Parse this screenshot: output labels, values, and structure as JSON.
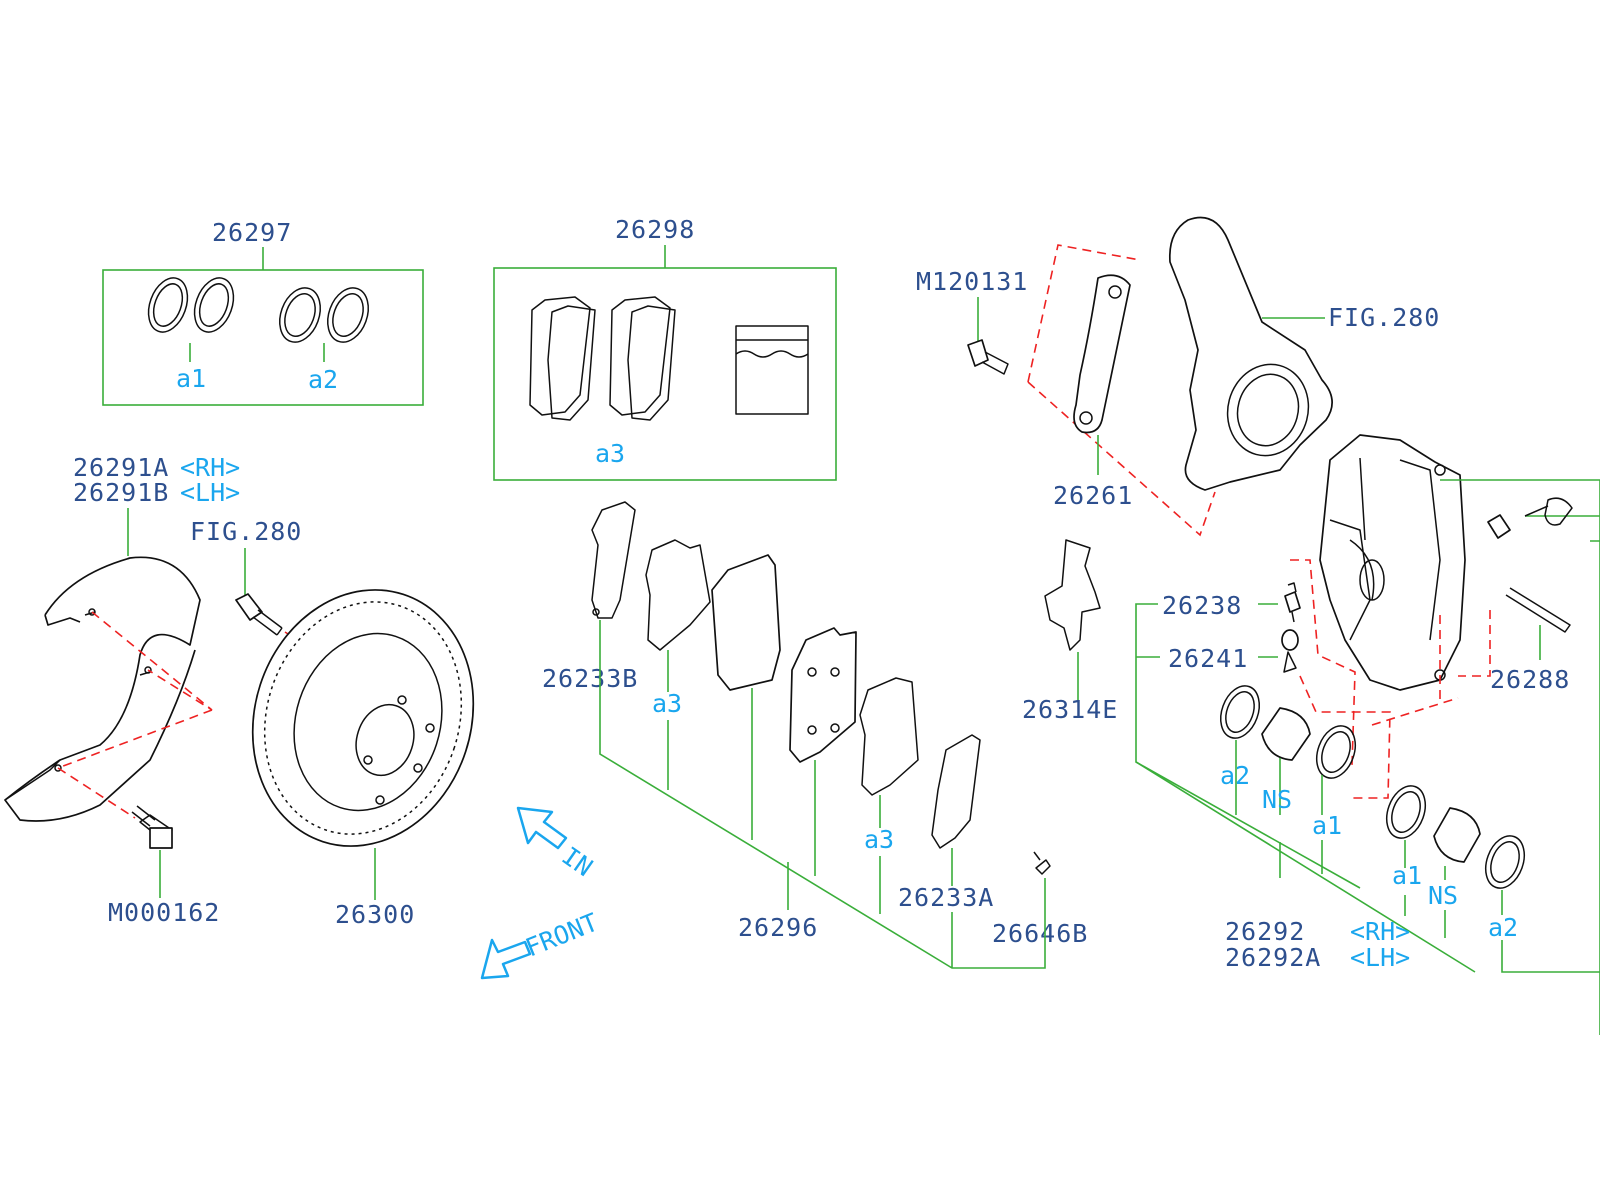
{
  "colors": {
    "part_label": "#2d4f8e",
    "sub_label": "#1aa6ee",
    "leader": "#3aae3a",
    "dashed": "#ee2222",
    "drawing": "#111111"
  },
  "labels": {
    "p26297": "26297",
    "p26298": "26298",
    "m120131": "M120131",
    "fig280_top": "FIG.280",
    "p26291a": "26291A",
    "p26291b": "26291B",
    "rh": "<RH>",
    "lh": "<LH>",
    "fig280_left": "FIG.280",
    "p26261": "26261",
    "p26238": "26238",
    "p26241": "26241",
    "p26314e": "26314E",
    "p26233b": "26233B",
    "p26288": "26288",
    "m000162": "M000162",
    "p26300": "26300",
    "p26296": "26296",
    "p26233a": "26233A",
    "p26646b": "26646B",
    "p26292": "26292",
    "p26292a": "26292A",
    "rh2": "<RH>",
    "lh2": "<LH>"
  },
  "sub_labels": {
    "a1_kit": "a1",
    "a2_kit": "a2",
    "a3_kit": "a3",
    "a3_pad1": "a3",
    "a3_pad2": "a3",
    "a2_l": "a2",
    "ns_l": "NS",
    "a1_l": "a1",
    "a1_r": "a1",
    "ns_r": "NS",
    "a2_r": "a2"
  },
  "arrows": {
    "in": "IN",
    "front": "FRONT"
  }
}
